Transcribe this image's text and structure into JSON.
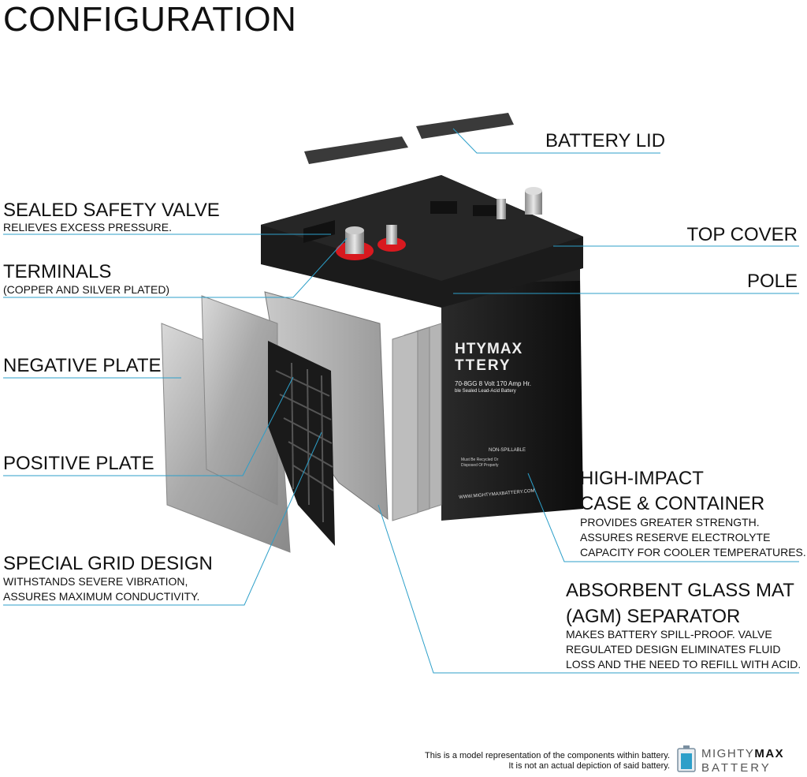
{
  "title": "CONFIGURATION",
  "labels": {
    "battery_lid": "BATTERY LID",
    "top_cover": "TOP COVER",
    "pole": "POLE",
    "sealed_safety_valve": {
      "title": "SEALED SAFETY VALVE",
      "desc": "RELIEVES EXCESS PRESSURE."
    },
    "terminals": {
      "title": "TERMINALS",
      "desc": "(COPPER AND SILVER PLATED)"
    },
    "negative_plate": "NEGATIVE PLATE",
    "positive_plate": "POSITIVE PLATE",
    "special_grid": {
      "title": "SPECIAL GRID DESIGN",
      "desc1": "WITHSTANDS SEVERE VIBRATION,",
      "desc2": "ASSURES MAXIMUM CONDUCTIVITY."
    },
    "case": {
      "title1": "HIGH-IMPACT",
      "title2": "CASE & CONTAINER",
      "desc1": "PROVIDES GREATER STRENGTH.",
      "desc2": "ASSURES RESERVE ELECTROLYTE",
      "desc3": "CAPACITY FOR COOLER TEMPERATURES."
    },
    "agm": {
      "title1": "ABSORBENT GLASS MAT",
      "title2": "(AGM) SEPARATOR",
      "desc1": "MAKES BATTERY SPILL-PROOF. VALVE",
      "desc2": "REGULATED DESIGN ELIMINATES FLUID",
      "desc3": "LOSS AND THE NEED TO REFILL WITH ACID."
    }
  },
  "battery_print": {
    "brand1": "HTYMAX",
    "brand2": "TTERY",
    "model": "70-8GG  8 Volt 170 Amp Hr.",
    "type": "ble Sealed Lead-Acid Battery",
    "website": "WWW.MIGHTYMAXBATTERY.COM",
    "nonspill": "NON-SPILLABLE",
    "recycle": "Must Be Recycled Or Disposed Of Properly"
  },
  "footer": {
    "line1": "This is a model representation of the components within battery.",
    "line2": "It is not an actual depiction of said battery."
  },
  "logo": {
    "word1a": "MIGHTY",
    "word1b": "MAX",
    "word2": "BATTERY"
  },
  "colors": {
    "accent": "#2c9fc9",
    "text": "#111111",
    "terminal_red": "#d8191f",
    "battery_body": "#161616"
  }
}
